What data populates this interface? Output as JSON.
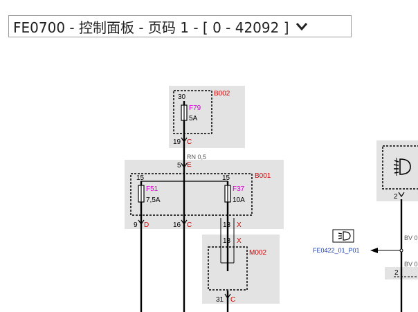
{
  "title_select": {
    "value": "FE0700 - 控制面板 - 页码 1 - [ 0 - 42092 ]",
    "icon": "chevron-down-icon"
  },
  "colors": {
    "red": "#d40000",
    "magenta": "#d000d0",
    "blue": "#1d3ea8",
    "box": "#e3e3e3"
  },
  "diagram": {
    "b002": {
      "name": "B002",
      "top_pin": "30",
      "fuse_name": "F79",
      "fuse_rating": "5A",
      "out_pin": "19",
      "out_conn": "C"
    },
    "wire_spec": "RN 0,5",
    "b001": {
      "name": "B001",
      "in_pin": "5",
      "in_conn": "E",
      "pin_left": "15",
      "pin_right": "15",
      "fuse_left_name": "F51",
      "fuse_left_rating": "7,5A",
      "fuse_right_name": "F37",
      "fuse_right_rating": "10A",
      "out_left_pin": "9",
      "out_left_conn": "D",
      "out_mid_pin": "16",
      "out_mid_conn": "C",
      "out_right_pin": "13",
      "out_right_conn": "X"
    },
    "m002": {
      "name": "M002",
      "in_pin": "13",
      "in_conn": "X",
      "out_pin": "31",
      "out_conn": "C"
    },
    "right_device": {
      "pin_top": "2",
      "pin_bottom": "2",
      "bv_top": "BV 0",
      "bv_bottom": "BV 0"
    },
    "link": {
      "label": "FE0422_01_P01",
      "icon": "headlight-icon"
    }
  }
}
